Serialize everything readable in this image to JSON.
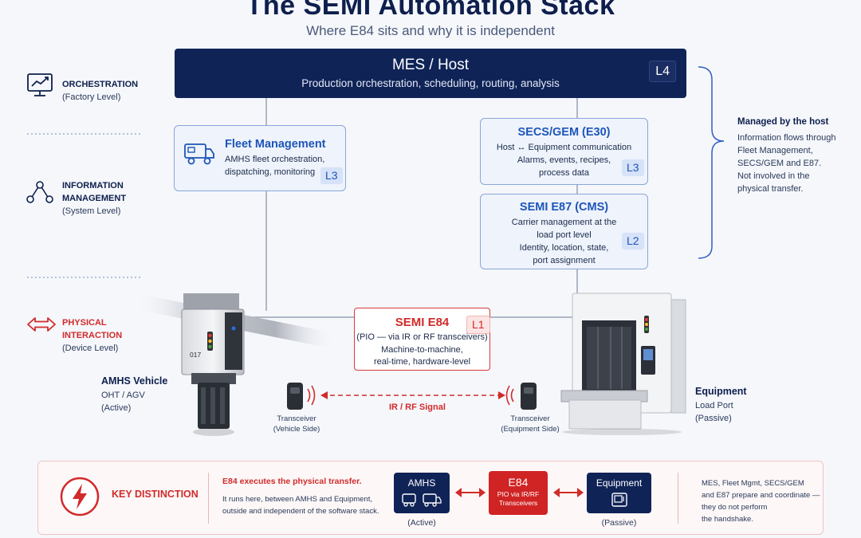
{
  "header": {
    "title": "The SEMI Automation Stack",
    "subtitle": "Where E84 sits and why it is independent"
  },
  "mes": {
    "title": "MES / Host",
    "subtitle": "Production orchestration, scheduling, routing, analysis",
    "level": "L4"
  },
  "fleet": {
    "title": "Fleet Management",
    "lines": [
      "AMHS fleet orchestration,",
      "dispatching, monitoring"
    ],
    "level": "L3"
  },
  "secs": {
    "title": "SECS/GEM (E30)",
    "lines": [
      "Host ↔ Equipment communication",
      "Alarms, events, recipes,",
      "process data"
    ],
    "level": "L3"
  },
  "e87": {
    "title": "SEMI E87 (CMS)",
    "lines": [
      "Carrier management at the",
      "load port level",
      "Identity, location, state,",
      "port assignment"
    ],
    "level": "L2"
  },
  "e84": {
    "title": "SEMI E84",
    "lines": [
      "(PIO — via IR or RF transceivers)",
      "Machine-to-machine,",
      "real-time, hardware-level"
    ],
    "level": "L1"
  },
  "levels": [
    {
      "title_lines": [
        "ORCHESTRATION"
      ],
      "sub": "(Factory Level)",
      "color": "#0e1f4d"
    },
    {
      "title_lines": [
        "INFORMATION",
        "MANAGEMENT"
      ],
      "sub": "(System Level)",
      "color": "#0e1f4d"
    },
    {
      "title_lines": [
        "PHYSICAL",
        "INTERACTION"
      ],
      "sub": "(Device Level)",
      "color": "#d12b2b"
    }
  ],
  "host_note": {
    "title": "Managed by the host",
    "lines": [
      "Information flows through",
      "Fleet Management,",
      "SECS/GEM and E87.",
      "Not involved in the",
      "physical transfer."
    ]
  },
  "vehicle": {
    "title": "AMHS Vehicle",
    "lines": [
      "OHT / AGV",
      "(Active)"
    ],
    "id_text": "017"
  },
  "equipment": {
    "title": "Equipment",
    "lines": [
      "Load Port",
      "(Passive)"
    ]
  },
  "transceivers": {
    "left": [
      "Transceiver",
      "(Vehicle Side)"
    ],
    "right": [
      "Transceiver",
      "(Equipment Side)"
    ],
    "signal": "IR / RF Signal"
  },
  "bottom": {
    "label": "KEY DISTINCTION",
    "headline": "E84 executes the physical transfer.",
    "lines": [
      "It runs here, between AMHS and Equipment,",
      "outside and independent of the software stack."
    ],
    "amhs": {
      "title": "AMHS",
      "caption": "(Active)"
    },
    "e84": {
      "title": "E84",
      "lines": [
        "PIO via IR/RF",
        "Transceivers"
      ]
    },
    "equipment": {
      "title": "Equipment",
      "caption": "(Passive)"
    },
    "note": [
      "MES, Fleet Mgmt, SECS/GEM",
      "and E87 prepare and coordinate —",
      "they do not perform",
      "the handshake."
    ]
  },
  "colors": {
    "navy": "#0f2357",
    "accent_blue": "#1d55b8",
    "accent_red": "#d12b2b"
  }
}
